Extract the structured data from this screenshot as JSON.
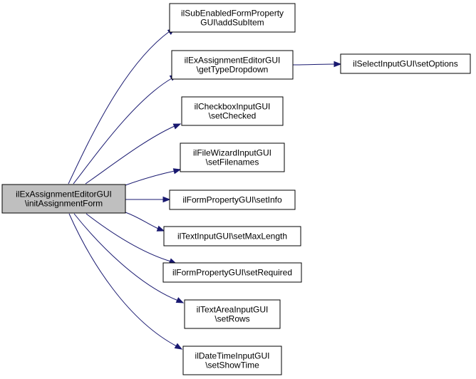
{
  "graph": {
    "root": {
      "lines": [
        "ilExAssignmentEditorGUI",
        "\\initAssignmentForm"
      ],
      "fill": "#bfbfbf"
    },
    "nodes": [
      {
        "key": "add_sub_item",
        "lines": [
          "ilSubEnabledFormProperty",
          "GUI\\addSubItem"
        ],
        "fill": "#ffffff"
      },
      {
        "key": "get_type_dropdown",
        "lines": [
          "ilExAssignmentEditorGUI",
          "\\getTypeDropdown"
        ],
        "fill": "#ffffff"
      },
      {
        "key": "set_options",
        "lines": [
          "ilSelectInputGUI\\setOptions"
        ],
        "fill": "#ffffff"
      },
      {
        "key": "set_checked",
        "lines": [
          "ilCheckboxInputGUI",
          "\\setChecked"
        ],
        "fill": "#ffffff"
      },
      {
        "key": "set_filenames",
        "lines": [
          "ilFileWizardInputGUI",
          "\\setFilenames"
        ],
        "fill": "#ffffff"
      },
      {
        "key": "set_info",
        "lines": [
          "ilFormPropertyGUI\\setInfo"
        ],
        "fill": "#ffffff"
      },
      {
        "key": "set_max_length",
        "lines": [
          "ilTextInputGUI\\setMaxLength"
        ],
        "fill": "#ffffff"
      },
      {
        "key": "set_required",
        "lines": [
          "ilFormPropertyGUI\\setRequired"
        ],
        "fill": "#ffffff"
      },
      {
        "key": "set_rows",
        "lines": [
          "ilTextAreaInputGUI",
          "\\setRows"
        ],
        "fill": "#ffffff"
      },
      {
        "key": "set_show_time",
        "lines": [
          "ilDateTimeInputGUI",
          "\\setShowTime"
        ],
        "fill": "#ffffff"
      }
    ],
    "edges": [
      {
        "from": "root",
        "to": "add_sub_item"
      },
      {
        "from": "root",
        "to": "get_type_dropdown"
      },
      {
        "from": "get_type_dropdown",
        "to": "set_options"
      },
      {
        "from": "root",
        "to": "set_checked"
      },
      {
        "from": "root",
        "to": "set_filenames"
      },
      {
        "from": "root",
        "to": "set_info"
      },
      {
        "from": "root",
        "to": "set_max_length"
      },
      {
        "from": "root",
        "to": "set_required"
      },
      {
        "from": "root",
        "to": "set_rows"
      },
      {
        "from": "root",
        "to": "set_show_time"
      }
    ],
    "colors": {
      "edge": "#191970",
      "border": "#000000",
      "root_fill": "#bfbfbf",
      "node_fill": "#ffffff"
    }
  }
}
